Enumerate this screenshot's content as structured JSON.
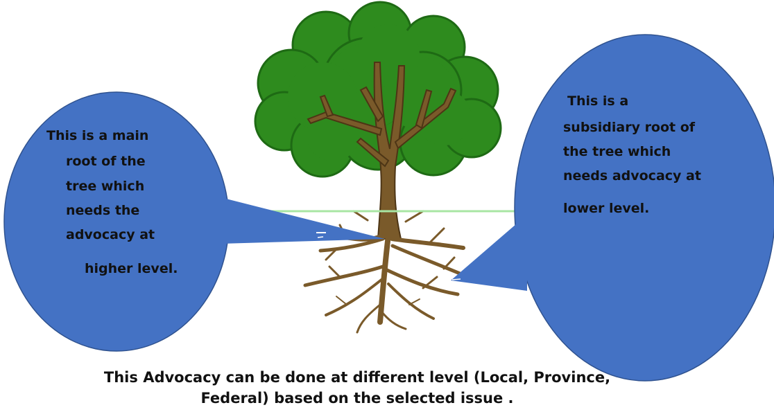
{
  "left_bubble": {
    "lines": [
      "This is a main",
      "root of the",
      "tree which",
      "needs the",
      "advocacy at",
      "higher level."
    ]
  },
  "right_bubble": {
    "lines": [
      "This is a",
      "subsidiary root of",
      "the tree which",
      "needs advocacy at",
      "lower level."
    ]
  },
  "caption": {
    "line1": "This Advocacy can be done at different level (Local, Province,",
    "line2": "Federal) based on the selected issue ."
  },
  "colors": {
    "bubble": "#4472c4",
    "bubble_outline": "#2f528f",
    "foliage": "#2e8b1e",
    "foliage_dark": "#1e6a14",
    "trunk": "#7a5a2a",
    "ground_line": "#a8e6a3"
  }
}
